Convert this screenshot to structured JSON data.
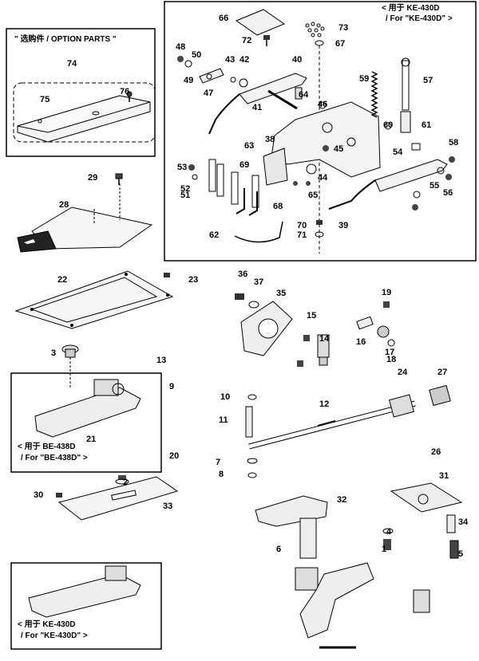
{
  "captions": {
    "option_parts": "\" 选购件 / OPTION PARTS \"",
    "ke_top_1": "< 用于 KE-430D",
    "ke_top_2": "/ For \"KE-430D\" >",
    "be_1": "< 用于 BE-438D",
    "be_2": "/ For \"BE-438D\" >",
    "ke_bot_1": "< 用于 KE-430D",
    "ke_bot_2": "/ For \"KE-430D\" >"
  },
  "part_numbers": [
    "66",
    "73",
    "72",
    "67",
    "48",
    "50",
    "43",
    "42",
    "40",
    "49",
    "47",
    "74",
    "76",
    "75",
    "59",
    "57",
    "64",
    "46",
    "41",
    "60",
    "61",
    "63",
    "38",
    "45",
    "58",
    "54",
    "53",
    "52",
    "51",
    "69",
    "44",
    "65",
    "55",
    "56",
    "29",
    "28",
    "68",
    "70",
    "71",
    "62",
    "39",
    "22",
    "23",
    "36",
    "37",
    "35",
    "19",
    "15",
    "14",
    "16",
    "17",
    "18",
    "3",
    "13",
    "9",
    "12",
    "10",
    "11",
    "7",
    "8",
    "24",
    "27",
    "26",
    "21",
    "20",
    "2",
    "30",
    "33",
    "32",
    "31",
    "34",
    "4",
    "1",
    "5",
    "6"
  ]
}
